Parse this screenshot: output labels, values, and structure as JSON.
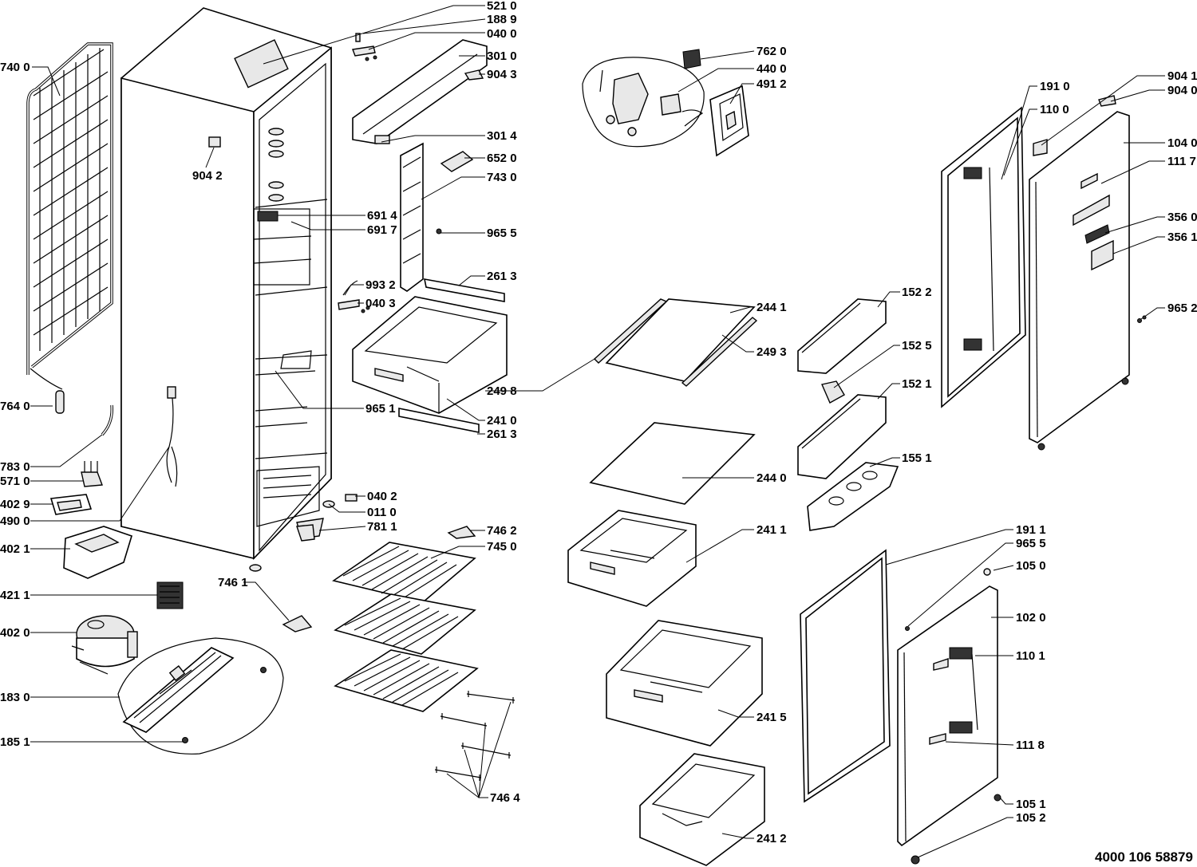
{
  "diagram": {
    "doc_number": "4000 106 58879",
    "callouts": [
      {
        "id": "c5210",
        "label": "521 0"
      },
      {
        "id": "c1889",
        "label": "188 9"
      },
      {
        "id": "c0400",
        "label": "040 0"
      },
      {
        "id": "c3010",
        "label": "301 0"
      },
      {
        "id": "c9043",
        "label": "904 3"
      },
      {
        "id": "c7400",
        "label": "740 0"
      },
      {
        "id": "c9042",
        "label": "904 2"
      },
      {
        "id": "c3014",
        "label": "301 4"
      },
      {
        "id": "c6520",
        "label": "652 0"
      },
      {
        "id": "c7430",
        "label": "743 0"
      },
      {
        "id": "c6914",
        "label": "691 4"
      },
      {
        "id": "c6917",
        "label": "691 7"
      },
      {
        "id": "c9655a",
        "label": "965 5"
      },
      {
        "id": "c2613a",
        "label": "261 3"
      },
      {
        "id": "c9932",
        "label": "993 2"
      },
      {
        "id": "c0403",
        "label": "040 3"
      },
      {
        "id": "c2498",
        "label": "249 8"
      },
      {
        "id": "c9651",
        "label": "965 1"
      },
      {
        "id": "c2410",
        "label": "241 0"
      },
      {
        "id": "c2613b",
        "label": "261 3"
      },
      {
        "id": "c7640",
        "label": "764 0"
      },
      {
        "id": "c7830",
        "label": "783 0"
      },
      {
        "id": "c5710",
        "label": "571 0"
      },
      {
        "id": "c4029",
        "label": "402 9"
      },
      {
        "id": "c4900",
        "label": "490 0"
      },
      {
        "id": "c0402",
        "label": "040 2"
      },
      {
        "id": "c0110",
        "label": "011 0"
      },
      {
        "id": "c7811",
        "label": "781 1"
      },
      {
        "id": "c4021",
        "label": "402 1"
      },
      {
        "id": "c7462",
        "label": "746 2"
      },
      {
        "id": "c7450",
        "label": "745 0"
      },
      {
        "id": "c7461",
        "label": "746 1"
      },
      {
        "id": "c4211",
        "label": "421 1"
      },
      {
        "id": "c4020",
        "label": "402 0"
      },
      {
        "id": "c1830",
        "label": "183 0"
      },
      {
        "id": "c1851",
        "label": "185 1"
      },
      {
        "id": "c7464",
        "label": "746 4"
      },
      {
        "id": "c7620",
        "label": "762 0"
      },
      {
        "id": "c4400",
        "label": "440 0"
      },
      {
        "id": "c4912",
        "label": "491 2"
      },
      {
        "id": "c2441",
        "label": "244 1"
      },
      {
        "id": "c2493",
        "label": "249 3"
      },
      {
        "id": "c2440",
        "label": "244 0"
      },
      {
        "id": "c2411",
        "label": "241 1"
      },
      {
        "id": "c2415",
        "label": "241 5"
      },
      {
        "id": "c2412",
        "label": "241 2"
      },
      {
        "id": "c1522",
        "label": "152 2"
      },
      {
        "id": "c1525",
        "label": "152 5"
      },
      {
        "id": "c1521",
        "label": "152 1"
      },
      {
        "id": "c1551",
        "label": "155 1"
      },
      {
        "id": "c1910",
        "label": "191 0"
      },
      {
        "id": "c1100",
        "label": "110 0"
      },
      {
        "id": "c9041",
        "label": "904 1"
      },
      {
        "id": "c9040",
        "label": "904 0"
      },
      {
        "id": "c1040",
        "label": "104 0"
      },
      {
        "id": "c1117",
        "label": "111 7"
      },
      {
        "id": "c3560",
        "label": "356 0"
      },
      {
        "id": "c3561",
        "label": "356 1"
      },
      {
        "id": "c9652",
        "label": "965 2"
      },
      {
        "id": "c1911",
        "label": "191 1"
      },
      {
        "id": "c9655b",
        "label": "965 5"
      },
      {
        "id": "c1050",
        "label": "105 0"
      },
      {
        "id": "c1020",
        "label": "102 0"
      },
      {
        "id": "c1101",
        "label": "110 1"
      },
      {
        "id": "c1118",
        "label": "111 8"
      },
      {
        "id": "c1051",
        "label": "105 1"
      },
      {
        "id": "c1052",
        "label": "105 2"
      }
    ]
  }
}
